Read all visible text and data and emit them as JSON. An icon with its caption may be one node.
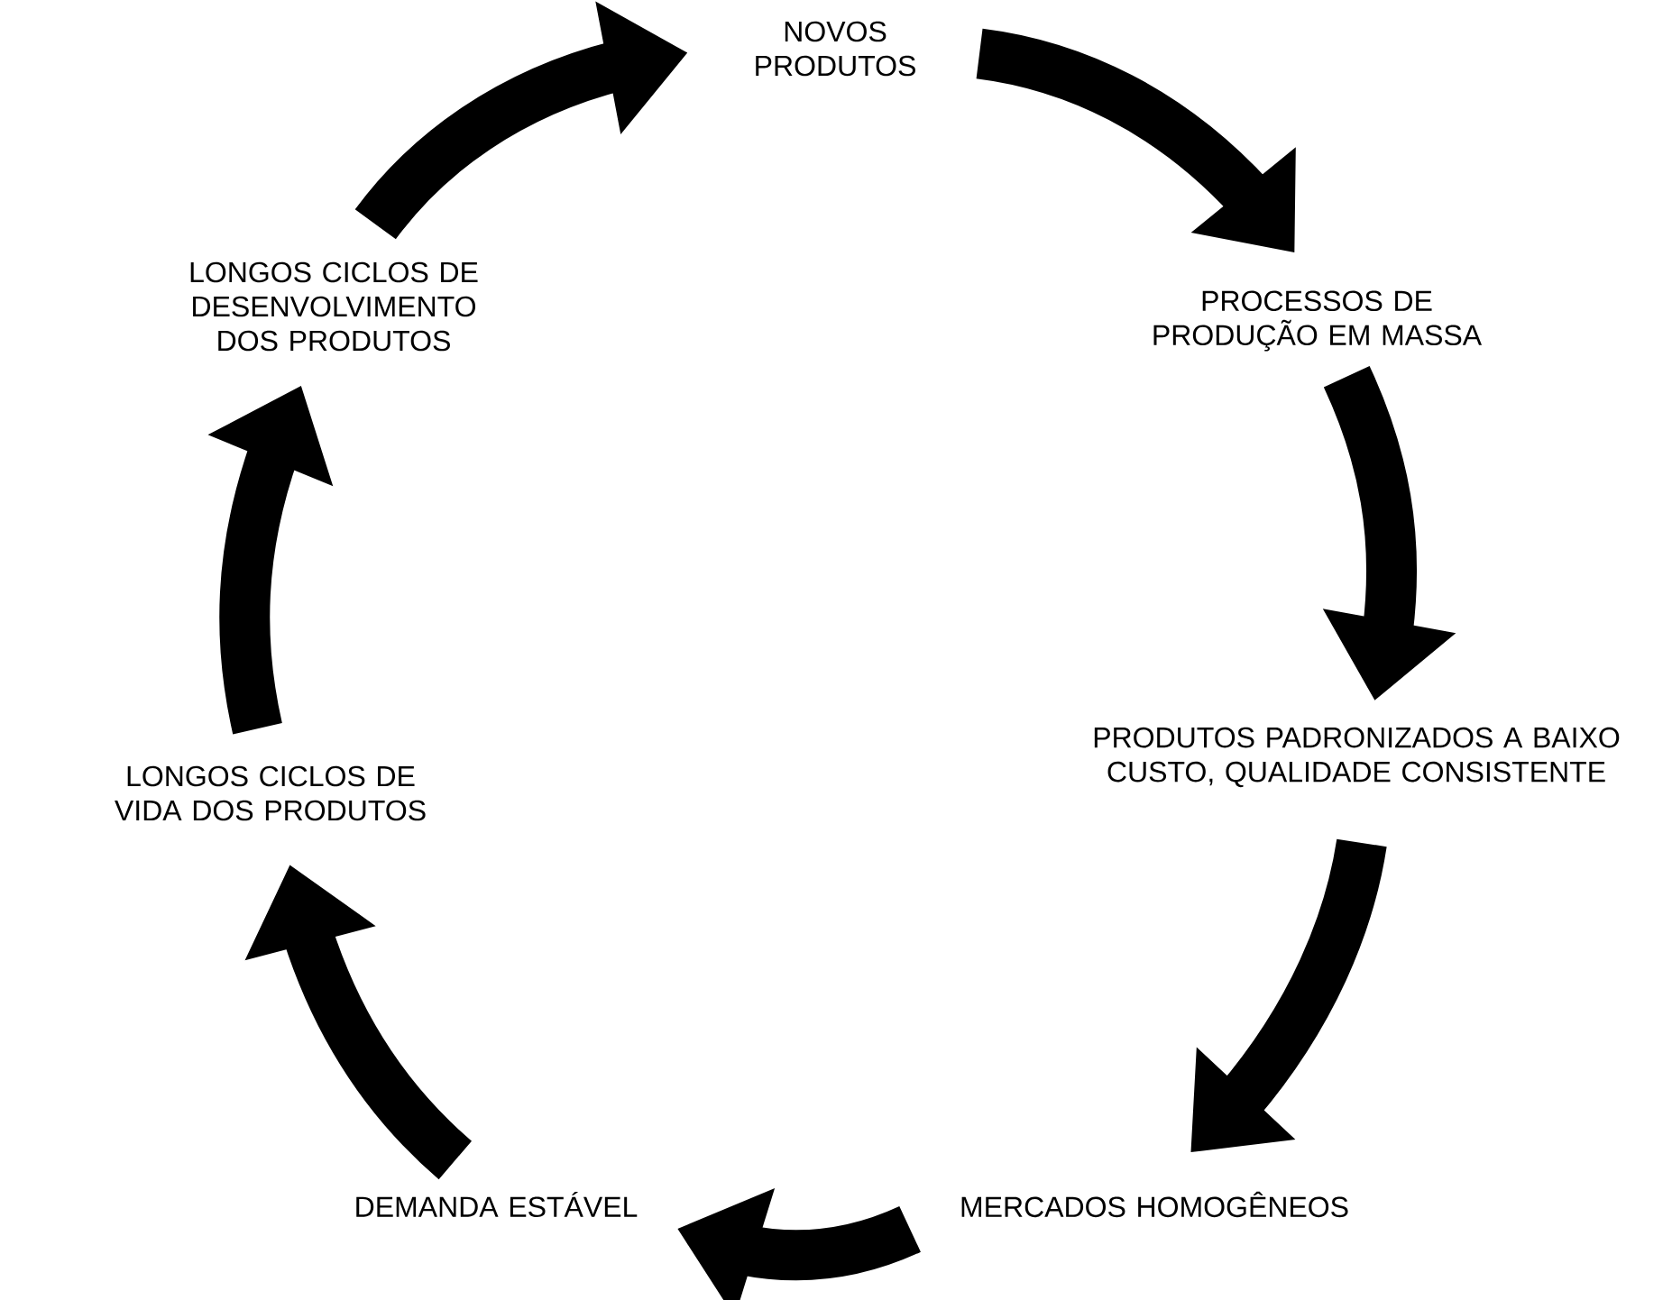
{
  "diagram": {
    "nodes": [
      {
        "text": [
          "NOVOS PRODUTOS"
        ]
      },
      {
        "text": [
          "PROCESSOS DE PRODUÇÃO EM MASSA"
        ]
      },
      {
        "text": [
          "PRODUTOS PADRONIZADOS A BAIXO CUSTO, QUALIDADE CONSISTENTE"
        ]
      },
      {
        "text": [
          "MERCADOS HOMOGÊNEOS"
        ]
      },
      {
        "text": [
          "DEMANDA ESTÁVEL"
        ]
      },
      {
        "text": [
          "LONGOS CICLOS DE VIDA DOS PRODUTOS"
        ]
      },
      {
        "text": [
          "LONGOS CICLOS DE DESENVOLVIMENTO DOS PRODUTOS"
        ]
      }
    ],
    "edges": [
      {
        "from": 0,
        "to": 1,
        "arrow": "to"
      },
      {
        "from": 1,
        "to": 2,
        "arrow": "to"
      },
      {
        "from": 2,
        "to": 3,
        "arrow": "to"
      },
      {
        "from": 3,
        "to": 4,
        "arrow": "to"
      },
      {
        "from": 4,
        "to": 5,
        "arrow": "to"
      },
      {
        "from": 5,
        "to": 6,
        "arrow": "to"
      },
      {
        "from": 6,
        "to": 0,
        "arrow": "to"
      }
    ]
  }
}
